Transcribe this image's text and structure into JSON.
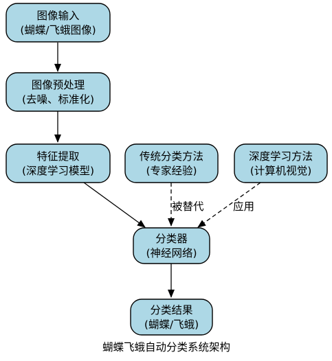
{
  "nodes": {
    "input": {
      "line1": "图像输入",
      "line2": "(蝴蝶/飞蛾图像)"
    },
    "preprocess": {
      "line1": "图像预处理",
      "line2": "(去噪、标准化)"
    },
    "feature": {
      "line1": "特征提取",
      "line2": "(深度学习模型)"
    },
    "traditional": {
      "line1": "传统分类方法",
      "line2": "(专家经验)"
    },
    "deep": {
      "line1": "深度学习方法",
      "line2": "(计算机视觉)"
    },
    "classifier": {
      "line1": "分类器",
      "line2": "(神经网络)"
    },
    "result": {
      "line1": "分类结果",
      "line2": "(蝴蝶/飞蛾)"
    }
  },
  "edges": {
    "replaced_label": "被替代",
    "applied_label": "应用"
  },
  "caption": "蝴蝶飞蛾自动分类系统架构"
}
